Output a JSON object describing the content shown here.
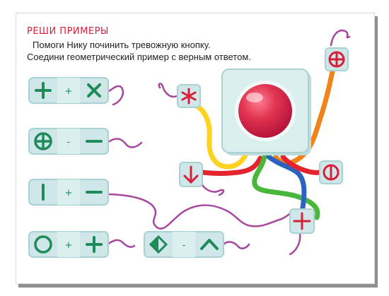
{
  "header": {
    "title": "РЕШИ ПРИМЕРЫ",
    "instruction_1": "Помоги Нику починить тревожную кнопку.",
    "instruction_2": "Соедини геометрический пример с верным ответом."
  },
  "examples": [
    {
      "left": "cross",
      "operator": "+",
      "right": "x"
    },
    {
      "left": "circle-cross",
      "operator": "-",
      "right": "minus"
    },
    {
      "left": "vertical-bar",
      "operator": "+",
      "right": "minus"
    },
    {
      "left": "circle",
      "operator": "+",
      "right": "cross"
    },
    {
      "left": "diamond-split",
      "operator": "-",
      "right": "caret"
    }
  ],
  "answers": [
    "asterisk",
    "circle-cross",
    "arrow-down",
    "circle-bar",
    "cross"
  ],
  "wire_colors": {
    "yellow": "#ffd21f",
    "red": "#e4242d",
    "green": "#49b83a",
    "blue": "#2a64c0",
    "orange": "#f08319"
  },
  "colors": {
    "card_fill": "#cfe7e8",
    "card_border": "#a9d2d2",
    "symbol_green": "#1f8a5a",
    "symbol_red": "#d81f3a",
    "button_red": "#e23552",
    "scribble": "#a8479e"
  }
}
